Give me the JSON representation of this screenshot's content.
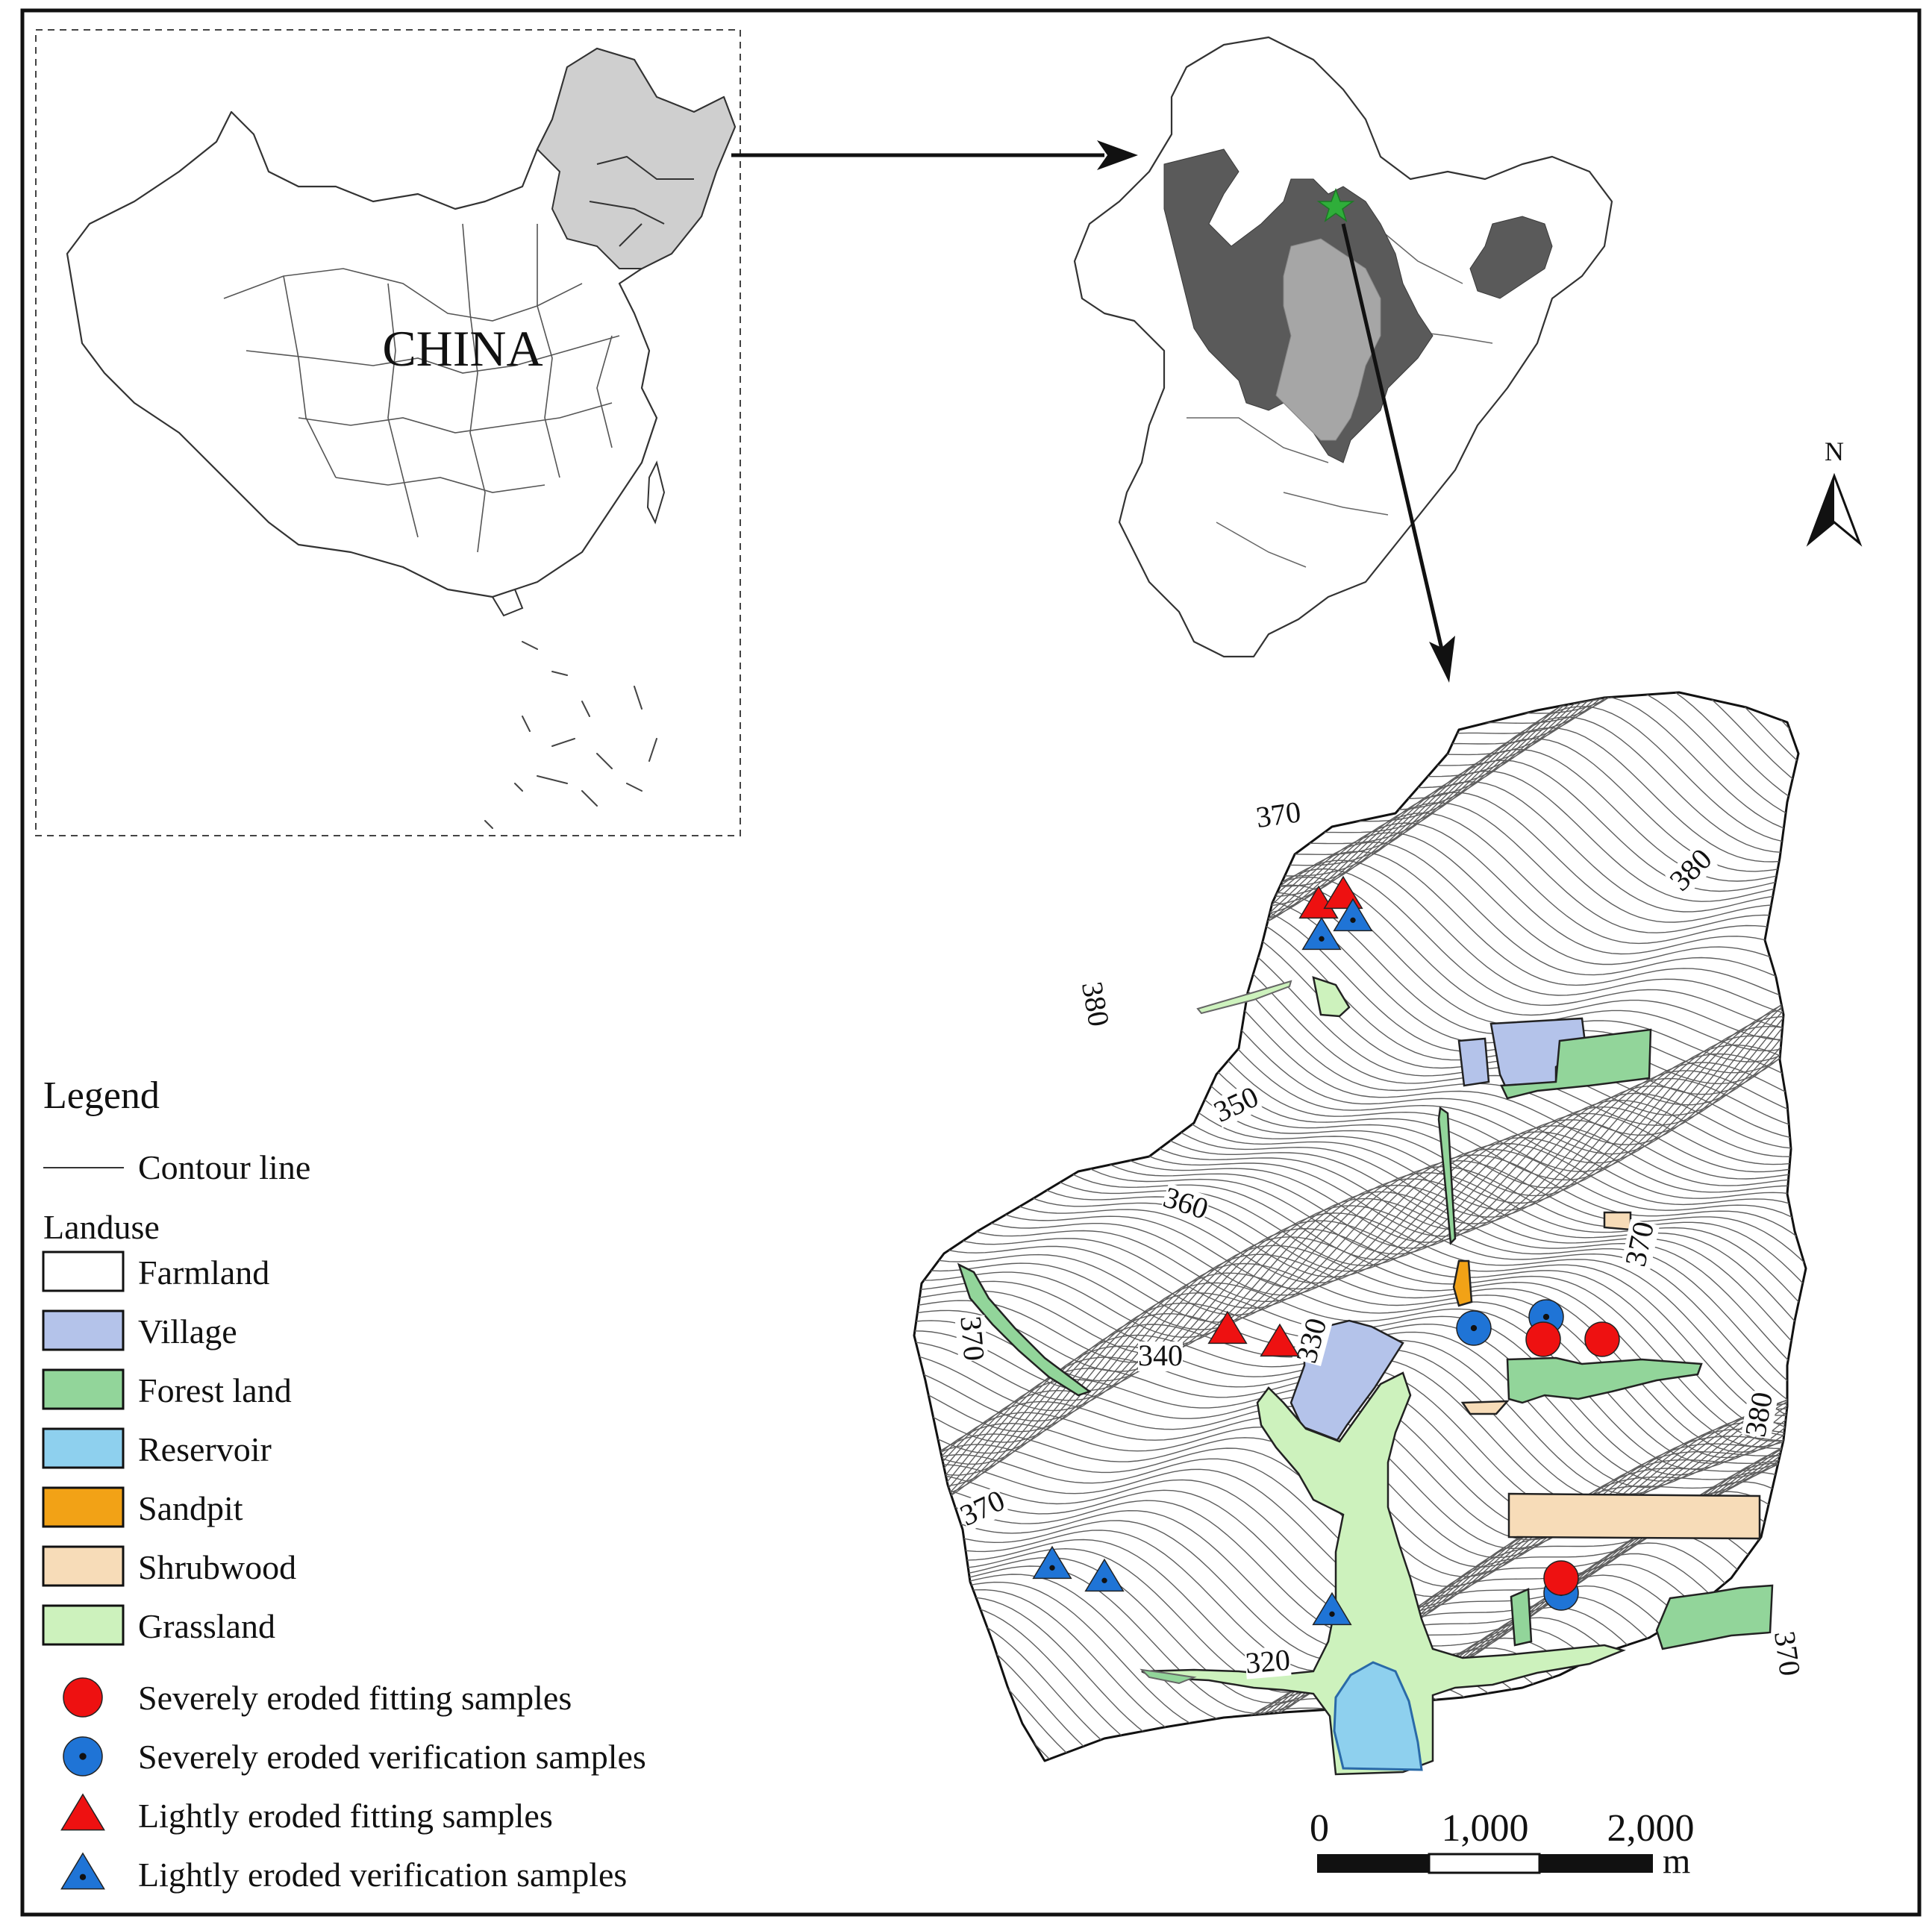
{
  "inset_china": {
    "label": "CHINA"
  },
  "north_arrow": {
    "label": "N"
  },
  "legend": {
    "title": "Legend",
    "contour_label": "Contour line",
    "landuse_heading": "Landuse",
    "landuse": [
      {
        "label": "Farmland",
        "color": "#ffffff"
      },
      {
        "label": "Village",
        "color": "#b4c3ea"
      },
      {
        "label": "Forest land",
        "color": "#92d59a"
      },
      {
        "label": "Reservoir",
        "color": "#8ed0ee"
      },
      {
        "label": "Sandpit",
        "color": "#f2a216"
      },
      {
        "label": "Shrubwood",
        "color": "#f7dcb8"
      },
      {
        "label": "Grassland",
        "color": "#cdf2bd"
      }
    ],
    "samples": [
      {
        "label": "Severely eroded fitting samples",
        "marker": "circle",
        "color": "#ee1111"
      },
      {
        "label": "Severely eroded verification samples",
        "marker": "circle-dot",
        "color": "#1f74d6"
      },
      {
        "label": "Lightly eroded fitting samples",
        "marker": "triangle",
        "color": "#ee1111"
      },
      {
        "label": "Lightly eroded verification samples",
        "marker": "triangle-dot",
        "color": "#1f74d6"
      }
    ]
  },
  "contour_labels": [
    "370",
    "380",
    "380",
    "350",
    "360",
    "370",
    "370",
    "340",
    "330",
    "370",
    "380",
    "320",
    "370"
  ],
  "scale_bar": {
    "ticks": [
      "0",
      "1,000",
      "2,000"
    ],
    "unit": "m"
  }
}
